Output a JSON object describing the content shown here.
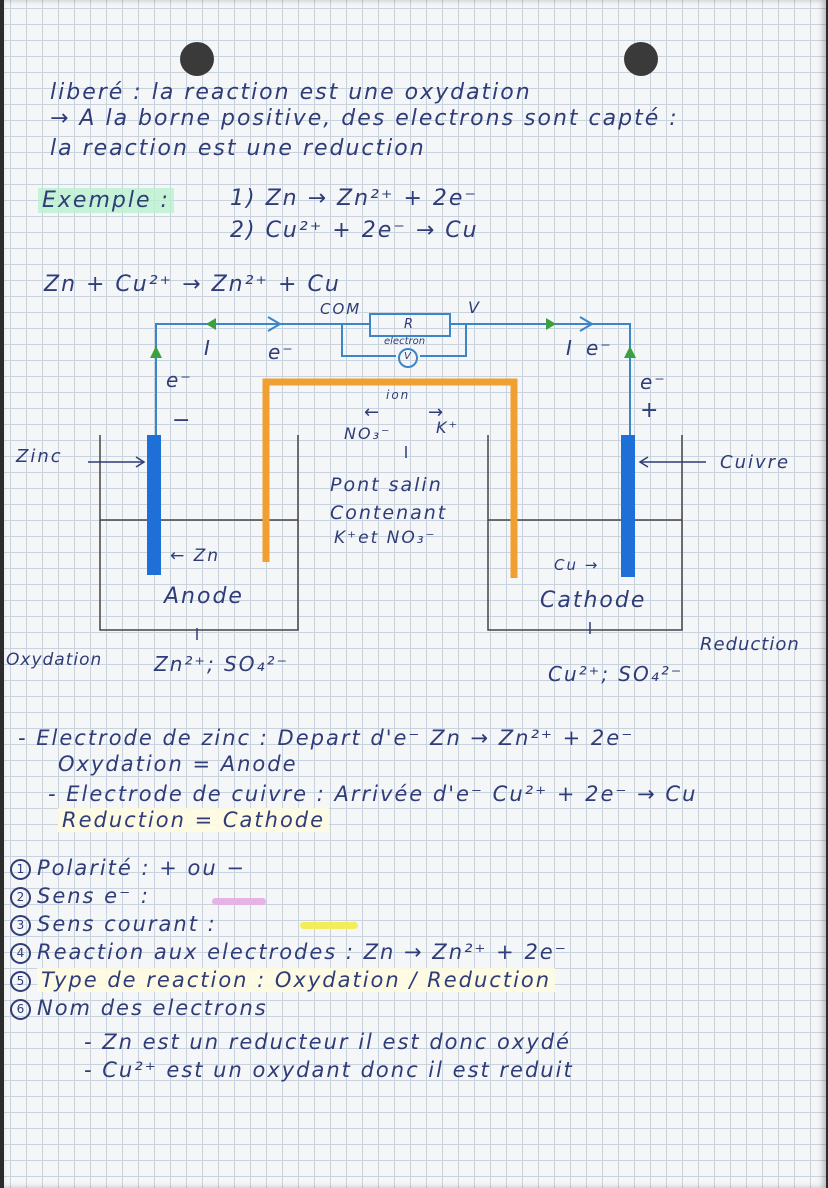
{
  "intro": {
    "line1": "liberé : la reaction est une oxydation",
    "line2": "→ A la borne positive, des electrons sont capté :",
    "line3": "la reaction est une reduction"
  },
  "example": {
    "label": "Exemple :",
    "eq1": "1) Zn → Zn²⁺ + 2e⁻",
    "eq2": "2) Cu²⁺ + 2e⁻ → Cu",
    "overall": "Zn + Cu²⁺ → Zn²⁺ + Cu"
  },
  "diagram": {
    "com": "COM",
    "resistor": "R",
    "electron_label": "electron",
    "voltmeter": "V",
    "v_terminal": "V",
    "current_left": "I",
    "current_right": "I",
    "e_left_wire": "e⁻",
    "e_right_wire": "e⁻",
    "e_left": "e⁻",
    "e_right": "e⁻",
    "minus": "−",
    "plus": "+",
    "ion_label": "ion",
    "no3": "NO₃⁻",
    "k_plus": "K⁺",
    "pont_line1": "Pont salin",
    "pont_line2": "Contenant",
    "pont_line3": "K⁺et NO₃⁻",
    "zinc_label": "Zinc",
    "cuivre_label": "Cuivre",
    "zn_arrow": "← Zn",
    "cu_arrow": "Cu →",
    "anode": "Anode",
    "cathode": "Cathode",
    "oxydation": "Oxydation",
    "left_solution": "Zn²⁺; SO₄²⁻",
    "reduction": "Reduction",
    "right_solution": "Cu²⁺; SO₄²⁻"
  },
  "notes": [
    "- Electrode de zinc : Depart d'e⁻ Zn → Zn²⁺ + 2e⁻",
    "Oxydation = Anode",
    "- Electrode de cuivre : Arrivée d'e⁻ Cu²⁺ + 2e⁻ → Cu",
    "Reduction = Cathode"
  ],
  "list": [
    {
      "num": "1",
      "text": "Polarité : + ou −"
    },
    {
      "num": "2",
      "text": "Sens e⁻ :"
    },
    {
      "num": "3",
      "text": "Sens courant :"
    },
    {
      "num": "4",
      "text": "Reaction aux electrodes : Zn → Zn²⁺ + 2e⁻"
    },
    {
      "num": "5",
      "text": "Type de reaction : Oxydation / Reduction"
    },
    {
      "num": "6",
      "text": "Nom des electrons"
    }
  ],
  "sublist": [
    "- Zn est un reducteur il est donc oxydé",
    "- Cu²⁺ est un oxydant donc il est reduit"
  ],
  "colors": {
    "ink": "#2f3c78",
    "wire": "#3a86c8",
    "electrode": "#1f6fd8",
    "salt_bridge": "#f0a030",
    "arrow_green": "#3aa040",
    "highlight_green": "#b6f0ce",
    "highlight_pink": "#e6b3e6",
    "highlight_yellow": "#f2ee5a"
  },
  "icons": [
    "hole-punch",
    "voltmeter-icon",
    "circled-number-icon",
    "arrow-icon"
  ]
}
